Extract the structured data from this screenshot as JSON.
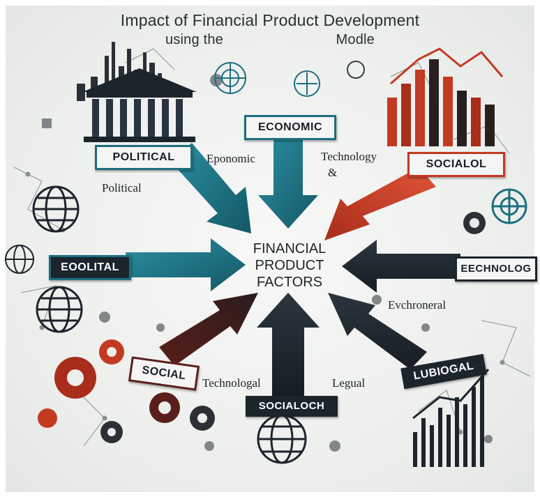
{
  "title": "Impact of Financial Product Development",
  "subtitle_left": "using the",
  "subtitle_right": "Modle",
  "center": {
    "line1": "FINANCIAL",
    "line2": "PRODUCT",
    "line3": "FACTORS"
  },
  "banners": {
    "political": "POLITICAL",
    "economic": "ECONOMIC",
    "socialol": "SOCIALOL",
    "eoolital": "EOOLITAL",
    "echnolog": "EECHNOLOG",
    "social": "SOCIAL",
    "socialoch": "SOCIALOCH",
    "lubiogal": "LUBIOGAL"
  },
  "labels": {
    "eponomic": "Eponomic",
    "technology": "Technology",
    "ampersand": "&",
    "political": "Political",
    "evchroneral": "Evchroneral",
    "technologal": "Technologal",
    "legual": "Legual"
  },
  "colors": {
    "teal": "#1d6e80",
    "red": "#c23a22",
    "dark": "#1c242c"
  },
  "icons": [
    "pillared-building-icon",
    "globe-icon",
    "gear-icon",
    "bar-chart-icon",
    "bar-chart-icon",
    "network-icon"
  ]
}
